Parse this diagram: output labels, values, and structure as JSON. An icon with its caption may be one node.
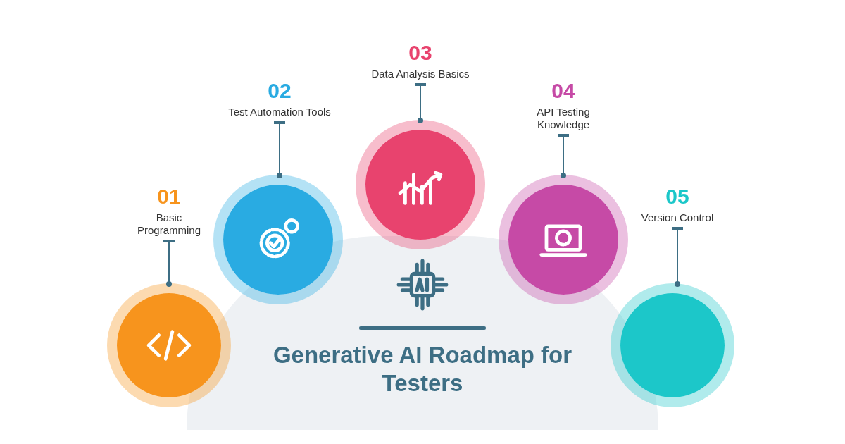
{
  "diagram": {
    "nodes": [
      {
        "text": [
          "Generative AI Roadmap for Testers"
        ]
      },
      {
        "text": [
          "01",
          "Basic Programming"
        ]
      },
      {
        "text": [
          "02",
          "Test Automation Tools"
        ]
      },
      {
        "text": [
          "03",
          "Data Analysis Basics"
        ]
      },
      {
        "text": [
          "04",
          "API Testing Knowledge"
        ]
      },
      {
        "text": [
          "05",
          "Version Control"
        ]
      },
      {
        "text": [],
        "shape": "circle"
      },
      {
        "text": [],
        "shape": "circle"
      },
      {
        "text": [],
        "shape": "circle"
      },
      {
        "text": [],
        "shape": "circle"
      },
      {
        "text": [],
        "shape": "circle"
      }
    ],
    "edges": [
      {
        "from": 1,
        "to": 6,
        "arrow": "other"
      },
      {
        "from": 2,
        "to": 7,
        "arrow": "other"
      },
      {
        "from": 3,
        "to": 8,
        "arrow": "other"
      },
      {
        "from": 4,
        "to": 9,
        "arrow": "other"
      },
      {
        "from": 5,
        "to": 10,
        "arrow": "other"
      }
    ]
  }
}
